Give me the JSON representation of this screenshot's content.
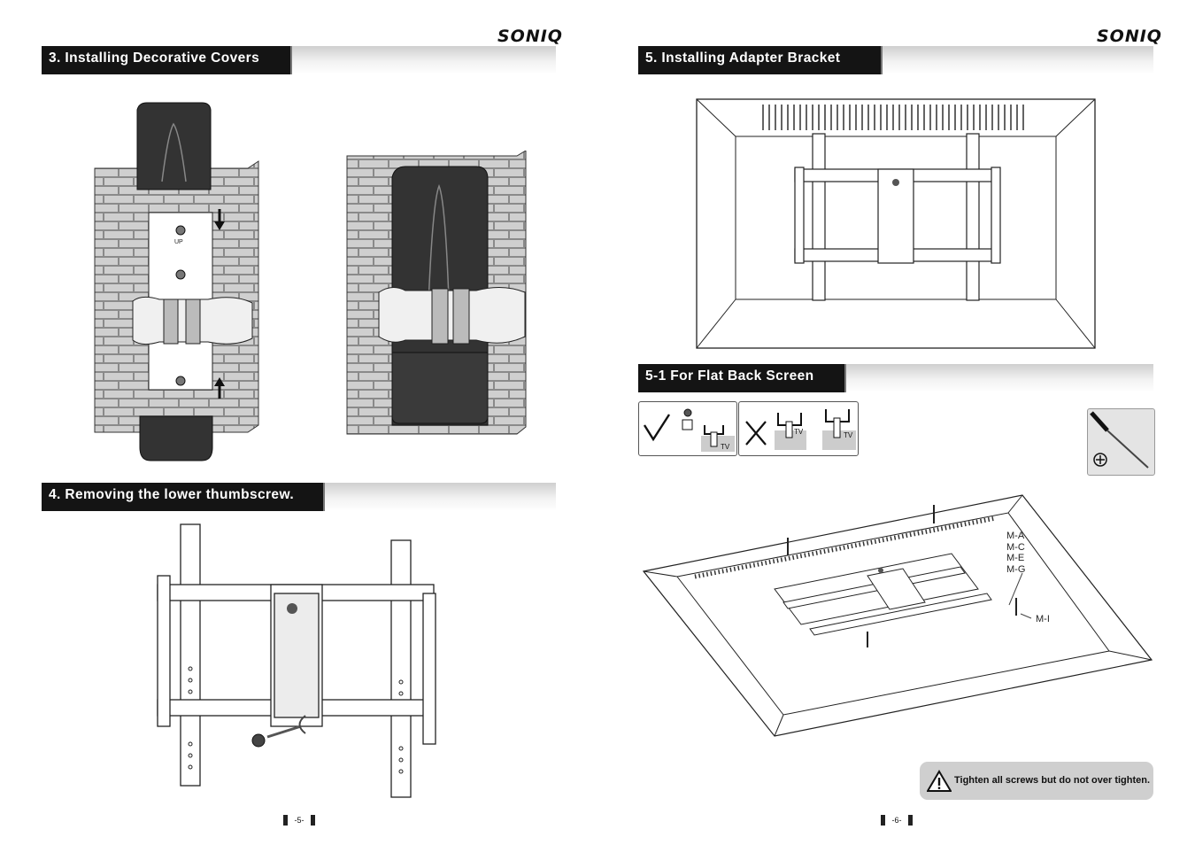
{
  "brand": "SONIQ",
  "left_page": {
    "section3_title": "3. Installing Decorative Covers",
    "section4_title": "4. Removing the lower thumbscrew.",
    "page_number": "-5-",
    "plate_label": "UP"
  },
  "right_page": {
    "section5_title": "5. Installing Adapter Bracket",
    "section51_title": "5-1 For Flat Back Screen",
    "part_labels": [
      "M-A",
      "M-C",
      "M-E",
      "M-G"
    ],
    "part_label_mi": "M-I",
    "tv_label": "TV",
    "warning": "Tighten all screws but do not over tighten.",
    "page_number": "-6-"
  }
}
